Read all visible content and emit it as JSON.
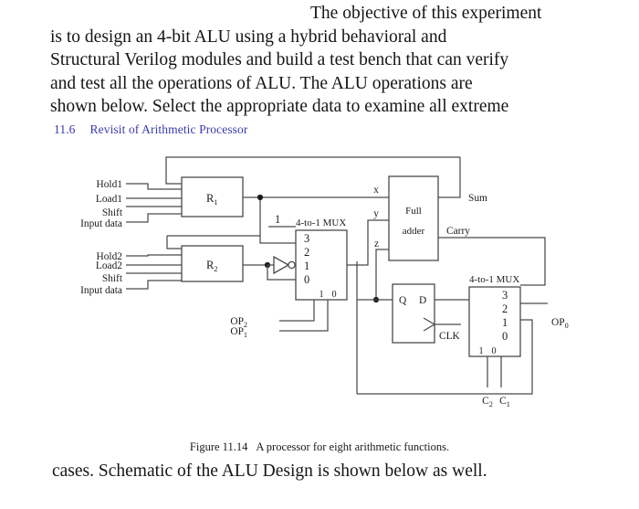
{
  "document": {
    "prose_top": [
      "The objective of this experiment",
      "is to design an 4-bit ALU using a hybrid behavioral and",
      "Structural Verilog modules and build a test bench that can verify",
      "and test all the operations of ALU. The ALU operations are",
      "shown below. Select the appropriate data to examine all extreme"
    ],
    "section_heading": {
      "number": "11.6",
      "title": "Revisit of Arithmetic Processor",
      "color": "#3a3ab0"
    },
    "figure_caption": {
      "label": "Figure 11.14",
      "text": "A processor for eight arithmetic functions."
    },
    "prose_bottom": "cases. Schematic of the ALU Design is shown below as well."
  },
  "schematic": {
    "title": "A processor for eight arithmetic functions",
    "blocks": {
      "register1": {
        "name": "R",
        "subscript": "1"
      },
      "register2": {
        "name": "R",
        "subscript": "2"
      },
      "mux1": {
        "label": "4-to-1 MUX",
        "inputs": [
          "3",
          "2",
          "1",
          "0"
        ],
        "selects": [
          "1",
          "0"
        ]
      },
      "mux2": {
        "label": "4-to-1 MUX",
        "inputs": [
          "3",
          "2",
          "1",
          "0"
        ],
        "selects": [
          "1",
          "0"
        ]
      },
      "full_adder": {
        "line1": "Full",
        "line2": "adder"
      },
      "flipflop": {
        "q": "Q",
        "d": "D",
        "clock": "CLK"
      }
    },
    "labels": {
      "hold1": "Hold1",
      "load1": "Load1",
      "shift1": "Shift",
      "input_data1": "Input data",
      "hold2": "Hold2",
      "load2": "Load2",
      "shift2": "Shift",
      "input_data2": "Input data",
      "const_one": "1",
      "adder_x": "x",
      "adder_y": "y",
      "adder_z": "z",
      "sum": "Sum",
      "carry": "Carry",
      "op2": "OP",
      "op2_sub": "2",
      "op1": "OP",
      "op1_sub": "1",
      "op0": "OP",
      "op0_sub": "0",
      "c2": "C",
      "c2_sub": "2",
      "c1": "C",
      "c1_sub": "1"
    },
    "colors": {
      "wire": "#4a4a4a",
      "text": "#1b1b1b",
      "box_fill": "#ffffff"
    }
  }
}
